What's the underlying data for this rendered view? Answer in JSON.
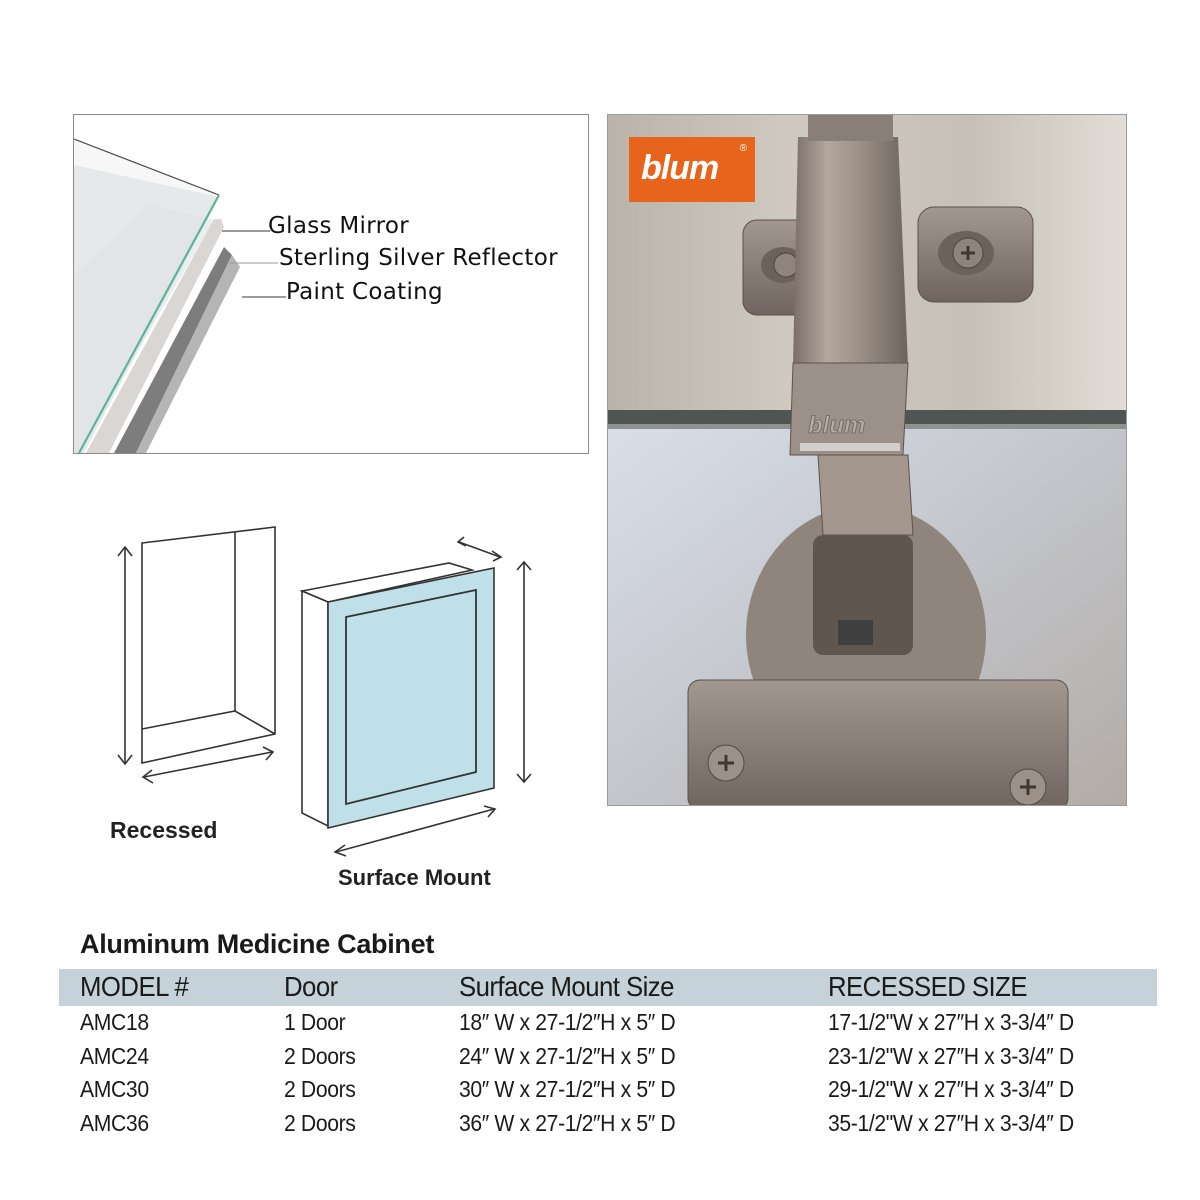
{
  "layer_diagram": {
    "labels": [
      "Glass Mirror",
      "Sterling Silver Reflector",
      "Paint Coating"
    ],
    "colors": {
      "glass_edge": "#5fb39a",
      "reflector": "#d9d6d4",
      "paint": "#808080",
      "glass_fill": "#e3e6e6"
    }
  },
  "photo": {
    "brand_logo": "blum",
    "brand_registered": "®",
    "brand_color": "#e8641c",
    "embossed_text": "blum"
  },
  "mount_diagram": {
    "recessed_label": "Recessed",
    "surface_label": "Surface Mount",
    "mirror_color": "#bfe0e8"
  },
  "table": {
    "title": "Aluminum Medicine Cabinet",
    "header_color": "#c5d2d9",
    "columns": [
      "MODEL #",
      "Door",
      "Surface Mount Size",
      "RECESSED SIZE"
    ],
    "rows": [
      [
        "AMC18",
        "1 Door",
        "18″ W x 27-1/2″H x 5″ D",
        "17-1/2\"W x 27″H x 3-3/4″ D"
      ],
      [
        "AMC24",
        "2 Doors",
        "24″ W x 27-1/2″H x 5″ D",
        "23-1/2\"W x 27″H x 3-3/4″ D"
      ],
      [
        "AMC30",
        "2 Doors",
        "30″ W x 27-1/2″H x 5″ D",
        "29-1/2\"W x 27″H x 3-3/4″ D"
      ],
      [
        "AMC36",
        "2 Doors",
        "36″ W x 27-1/2″H x 5″ D",
        "35-1/2\"W x 27″H x 3-3/4″ D"
      ]
    ]
  }
}
